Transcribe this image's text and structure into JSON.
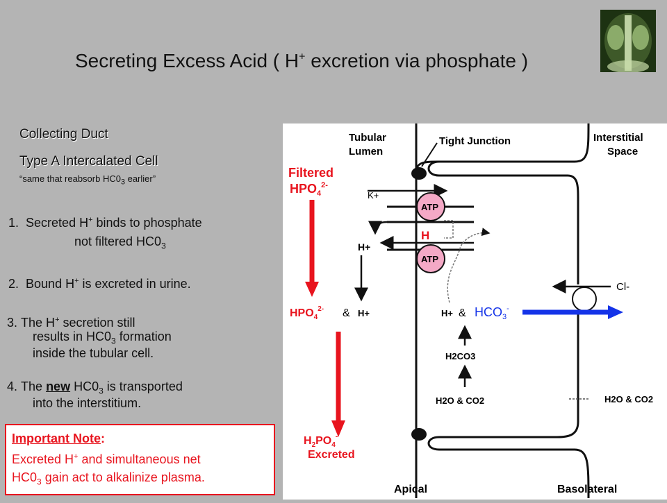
{
  "title": {
    "text": "Secreting Excess Acid ( H",
    "sup": "+",
    "suffix": " excretion via phosphate )"
  },
  "left": {
    "heading1": "Collecting Duct",
    "heading2": "Type A Intercalated Cell",
    "subheading": "“same that reabsorb HC0",
    "subheading_sub": "3",
    "subheading_end": " earlier”",
    "steps": [
      {
        "num": "1.",
        "a": "Secreted H",
        "sup": "+",
        "b": " binds to phosphate",
        "line2": "not filtered HC0",
        "line2_sub": "3"
      },
      {
        "num": "2.",
        "a": "Bound H",
        "sup": "+",
        "b": " is excreted in urine."
      },
      {
        "num": "3.",
        "a": "The H",
        "sup": "+",
        "b": " secretion still",
        "line2": "results in HC0",
        "line2_sub": "3",
        "line2_end": " formation",
        "line3": "inside the tubular cell."
      },
      {
        "num": "4.",
        "a": "The ",
        "em": "new",
        "b": " HC0",
        "sub": "3",
        "c": " is transported",
        "line2": "into the interstitium."
      }
    ]
  },
  "note": {
    "heading": "Important Note",
    "colon": ":",
    "line1a": "Excreted H",
    "line1sup": "+",
    "line1b": " and simultaneous net",
    "line2a": "HC0",
    "line2sub": "3",
    "line2b": " gain act to alkalinize plasma."
  },
  "diagram": {
    "tubular_lumen": [
      "Tubular",
      "Lumen"
    ],
    "tight_junction": "Tight Junction",
    "interstitial_space": [
      "Interstitial",
      "Space"
    ],
    "filtered": "Filtered",
    "hpo4": "HPO",
    "hpo4_sub": "4",
    "hpo4_sup": "2-",
    "k_plus": "K+",
    "atp": "ATP",
    "h_label": "H",
    "h_plus": "H+",
    "amp": "&",
    "cl": "Cl-",
    "hco3": "HCO",
    "hco3_sub": "3",
    "hco3_sup": "-",
    "h2co3": "H2CO3",
    "h2o_co2": "H2O & CO2",
    "h2po4": "H",
    "excreted": "Excreted",
    "apical": "Apical",
    "basolateral": "Basolateral"
  },
  "colors": {
    "red": "#e8141e",
    "blue": "#1433e8",
    "atp_fill": "#f4a9c6",
    "background": "#b4b4b4"
  }
}
